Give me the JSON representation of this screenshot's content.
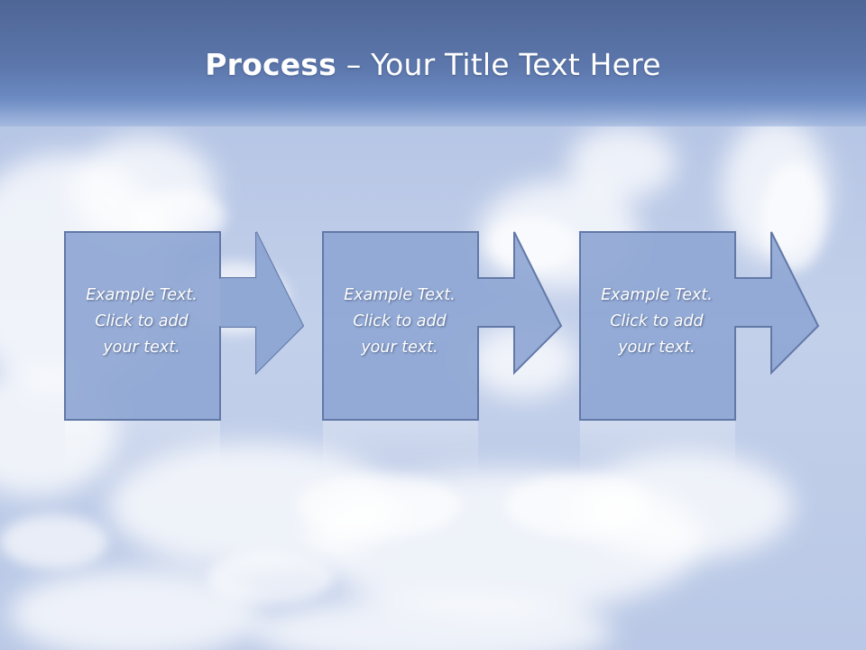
{
  "slide": {
    "title_bold": "Process",
    "title_dash": " – ",
    "title_rest": "Your Title Text Here"
  },
  "steps": [
    {
      "text": "Example Text.\nClick  to add\nyour text."
    },
    {
      "text": "Example Text.\nClick  to add\nyour text."
    },
    {
      "text": "Example Text.\nClick  to add\nyour text."
    }
  ],
  "colors": {
    "box_fill": "#8fa7d4",
    "box_stroke": "#6279a8",
    "title_bar": "#5d78ad"
  }
}
